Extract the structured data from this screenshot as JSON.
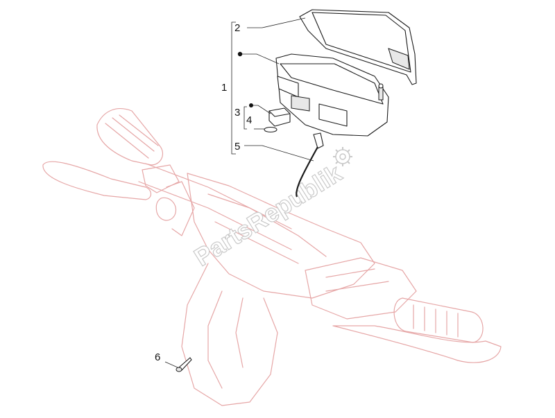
{
  "diagram": {
    "callouts": [
      {
        "id": "1",
        "label": "1"
      },
      {
        "id": "2",
        "label": "2"
      },
      {
        "id": "3",
        "label": "3"
      },
      {
        "id": "4",
        "label": "4"
      },
      {
        "id": "5",
        "label": "5"
      },
      {
        "id": "6",
        "label": "6"
      }
    ],
    "watermark": "PartsRepublik",
    "colors": {
      "ghost_line": "#e6a6a6",
      "part_line": "#1a1a1a",
      "watermark_outline": "#c9c9c9"
    }
  }
}
